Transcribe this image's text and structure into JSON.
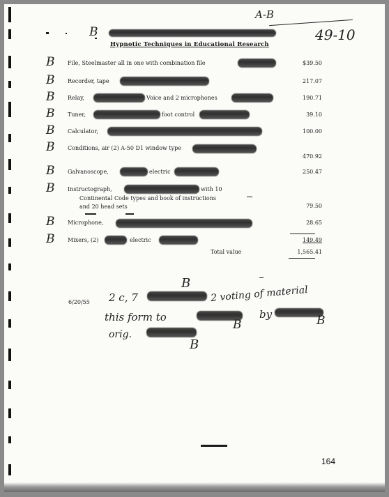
{
  "header": {
    "top_right_marks": "A-B",
    "file_number": "49-10",
    "title": "Hypnotic Techniques in Educational Research"
  },
  "marker": "B",
  "items": [
    {
      "text": "File, Steelmaster all in one with combination file",
      "amount": "$39.50"
    },
    {
      "text": "Recorder, tape",
      "amount": "217.07"
    },
    {
      "text": "Relay,",
      "text2": "Voice and 2 microphones",
      "amount": "190.71"
    },
    {
      "text": "Tuner,",
      "text2": "foot control",
      "amount": "39.10"
    },
    {
      "text": "Calculator,",
      "amount": "100.00"
    },
    {
      "text": "Conditions, air (2) A-50 D1 window type",
      "amount": "470.92"
    },
    {
      "text": "Galvanoscope,",
      "text2": "electric",
      "amount": "250.47"
    },
    {
      "text": "Instructograph,",
      "text2": "with 10",
      "line2": "Continental Code types and book of instructions",
      "line3": "and 20 head sets",
      "amount": "79.50"
    },
    {
      "text": "Microphone,",
      "amount": "28.65"
    },
    {
      "text": "Mixers, (2)",
      "text2": "electric",
      "amount": "149.49"
    }
  ],
  "total": {
    "label": "Total value",
    "amount": "1,565.41"
  },
  "note": {
    "date": "6/20/55",
    "line1_a": "2 c, 7",
    "line1_b": "2 voting of material",
    "line2_a": "this form to",
    "line2_b": "by",
    "line3": "orig."
  },
  "page_number": "164"
}
